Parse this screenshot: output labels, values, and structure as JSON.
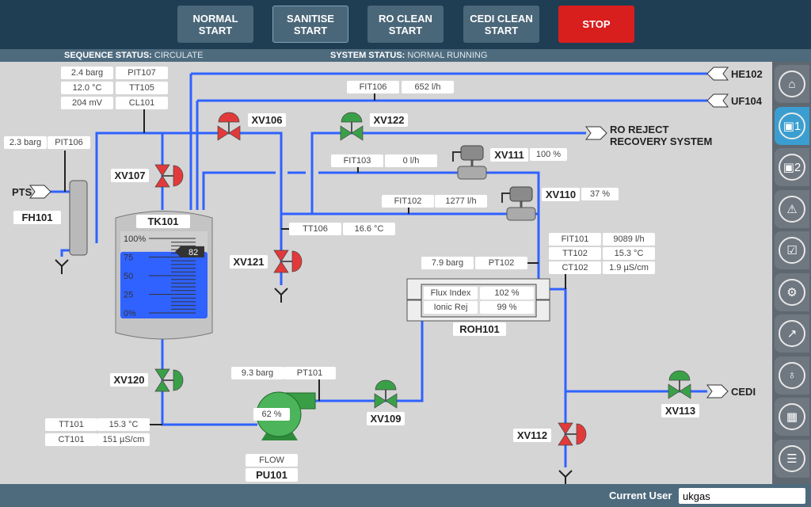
{
  "header": {
    "buttons": [
      {
        "label": "NORMAL\nSTART"
      },
      {
        "label": "SANITISE\nSTART",
        "selected": true
      },
      {
        "label": "RO CLEAN\nSTART"
      },
      {
        "label": "CEDI CLEAN\nSTART"
      },
      {
        "label": "STOP",
        "color": "#d91e1e"
      }
    ]
  },
  "status": {
    "sequence_label": "SEQUENCE STATUS:",
    "sequence_value": "CIRCULATE",
    "system_label": "SYSTEM STATUS:",
    "system_value": "NORMAL RUNNING"
  },
  "sidebar": {
    "items": [
      {
        "icon": "home-icon",
        "glyph": "⌂"
      },
      {
        "icon": "process-1-icon",
        "glyph": "▣1",
        "active": true
      },
      {
        "icon": "process-2-icon",
        "glyph": "▣2"
      },
      {
        "icon": "alarm-icon",
        "glyph": "⚠"
      },
      {
        "icon": "checklist-icon",
        "glyph": "☑"
      },
      {
        "icon": "plant-settings-icon",
        "glyph": "⚙"
      },
      {
        "icon": "trend-icon",
        "glyph": "↗"
      },
      {
        "icon": "stethoscope-icon",
        "glyph": "♁"
      },
      {
        "icon": "calendar-icon",
        "glyph": "▦"
      },
      {
        "icon": "mixer-icon",
        "glyph": "☰"
      }
    ]
  },
  "footer": {
    "user_label": "Current User",
    "user_value": "ukgas"
  },
  "colors": {
    "pipe": "#2f62ff",
    "valve_open": "#3aa048",
    "valve_closed": "#e23a3a"
  },
  "externals": {
    "he102": "HE102",
    "uf104": "UF104",
    "ro_reject": "RO REJECT\nRECOVERY SYSTEM",
    "cedi": "CEDI",
    "pts": "PTS"
  },
  "equipment": {
    "fh101": "FH101",
    "tk101": "TK101",
    "roh101": "ROH101",
    "pu101": "PU101",
    "pump_mode": "FLOW",
    "pump_speed": "62 %"
  },
  "tank": {
    "level": 82,
    "scale": [
      "100%",
      "75",
      "50",
      "25",
      "0%"
    ]
  },
  "instruments": {
    "pit107": {
      "tag": "PIT107",
      "value": "2.4 barg"
    },
    "tt105": {
      "tag": "TT105",
      "value": "12.0 °C"
    },
    "cl101": {
      "tag": "CL101",
      "value": "204 mV"
    },
    "pit106": {
      "tag": "PIT106",
      "value": "2.3 barg"
    },
    "fit106": {
      "tag": "FIT106",
      "value": "652 l/h"
    },
    "fit103": {
      "tag": "FIT103",
      "value": "0 l/h"
    },
    "fit102": {
      "tag": "FIT102",
      "value": "1277 l/h"
    },
    "tt106": {
      "tag": "TT106",
      "value": "16.6 °C"
    },
    "pt102": {
      "tag": "PT102",
      "value": "7.9 barg"
    },
    "fit101": {
      "tag": "FIT101",
      "value": "9089 l/h"
    },
    "tt102": {
      "tag": "TT102",
      "value": "15.3 °C"
    },
    "ct102": {
      "tag": "CT102",
      "value": "1.9 µS/cm"
    },
    "pt101": {
      "tag": "PT101",
      "value": "9.3 barg"
    },
    "tt101": {
      "tag": "TT101",
      "value": "15.3 °C"
    },
    "ct101": {
      "tag": "CT101",
      "value": "151 µS/cm"
    },
    "flux": {
      "tag": "Flux Index",
      "value": "102 %"
    },
    "ionic": {
      "tag": "Ionic Rej",
      "value": "99 %"
    }
  },
  "valves": {
    "xv106": {
      "label": "XV106",
      "state": "closed"
    },
    "xv122": {
      "label": "XV122",
      "state": "open"
    },
    "xv107": {
      "label": "XV107",
      "state": "closed"
    },
    "xv121": {
      "label": "XV121",
      "state": "closed"
    },
    "xv120": {
      "label": "XV120",
      "state": "open"
    },
    "xv109": {
      "label": "XV109",
      "state": "open"
    },
    "xv112": {
      "label": "XV112",
      "state": "closed"
    },
    "xv113": {
      "label": "XV113",
      "state": "open"
    },
    "xv111": {
      "label": "XV111",
      "position": "100 %"
    },
    "xv110": {
      "label": "XV110",
      "position": "37 %"
    }
  }
}
